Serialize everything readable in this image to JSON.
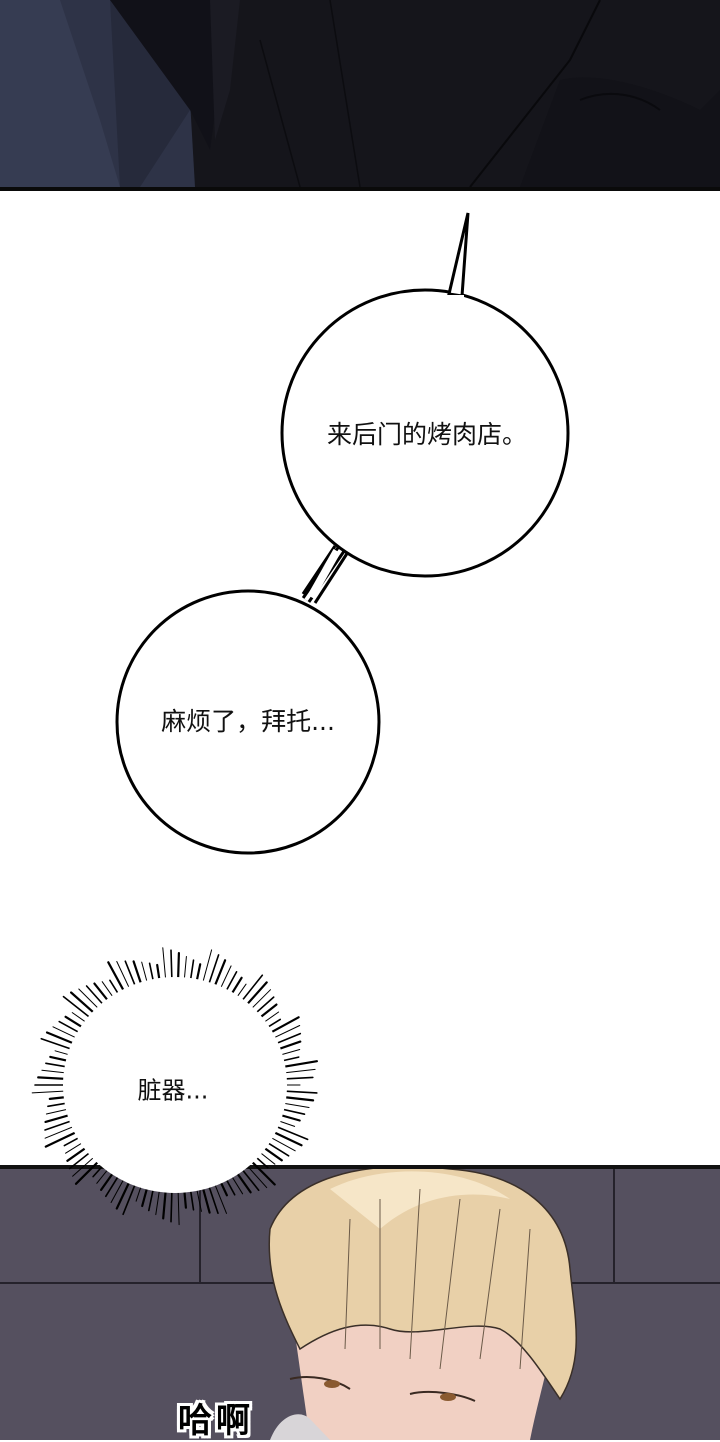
{
  "comic": {
    "panels": [
      {
        "id": "top",
        "description": "dark night scene with draped dark clothing",
        "colors": {
          "bg": "#16161c",
          "accent": "#2f3448"
        }
      },
      {
        "id": "middle",
        "description": "white gutter with speech bubbles"
      },
      {
        "id": "bottom",
        "description": "blond man with wet hair, sweating, against purple-gray tiled wall",
        "colors": {
          "wall": "#55505f",
          "hair": "#e8cfa6",
          "skin": "#f0cfc4"
        }
      }
    ],
    "bubbles": {
      "bubble1": {
        "text": "来后门的烤肉店。"
      },
      "bubble2": {
        "text": "麻烦了，拜托..."
      },
      "burst": {
        "text": "脏器..."
      }
    },
    "sfx": {
      "text": "哈啊"
    }
  }
}
